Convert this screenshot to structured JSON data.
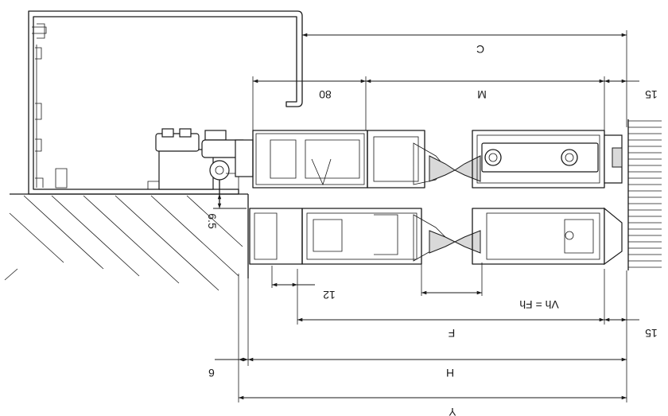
{
  "dimensions": {
    "c": "C",
    "eighty": "80",
    "m": "M",
    "fifteen_top": "15",
    "six_five": "6.5",
    "twelve": "12",
    "vh_fh": "Vh = Fh",
    "f": "F",
    "fifteen_bottom": "15",
    "six": "6",
    "h": "H",
    "y": "Y"
  }
}
